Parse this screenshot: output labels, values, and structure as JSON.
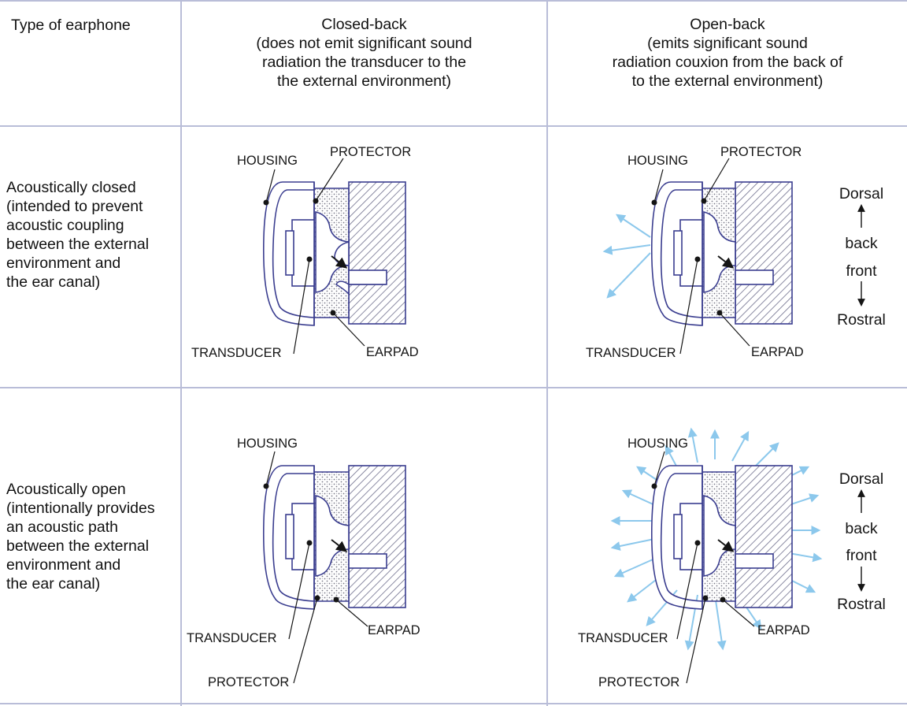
{
  "header": {
    "type_label": "Type of earphone",
    "closed_back": {
      "title": "Closed-back",
      "desc_lines": [
        "(does not emit significant sound",
        "radiation the transducer to the",
        "the external environment)"
      ]
    },
    "open_back": {
      "title": "Open-back",
      "desc_lines": [
        "(emits significant sound",
        "radiation couxion from the back of",
        "to the external environment)"
      ]
    }
  },
  "rows": [
    {
      "label_lines": [
        "Acoustically closed",
        "(intended to prevent",
        "acoustic coupling",
        "between the external",
        "environment and",
        "the ear canal)"
      ]
    },
    {
      "label_lines": [
        "Acoustically open",
        "(intentionally provides",
        "an acoustic path",
        "between the external",
        "environment and",
        "the ear canal)"
      ]
    }
  ],
  "parts": {
    "housing": "HOUSING",
    "protector": "PROTECTOR",
    "transducer": "TRANSDUCER",
    "earpad": "EARPAD"
  },
  "orientation": {
    "top": "Dorsal",
    "back": "back",
    "front": "front",
    "bottom": "Rostral"
  },
  "colors": {
    "grid": "#b9bdd8",
    "outline": "#3a3d8f",
    "hatch": "#6e6e8c",
    "dots": "#7a7a88",
    "sound_arrows": "#8cc8ec",
    "text": "#111111"
  }
}
